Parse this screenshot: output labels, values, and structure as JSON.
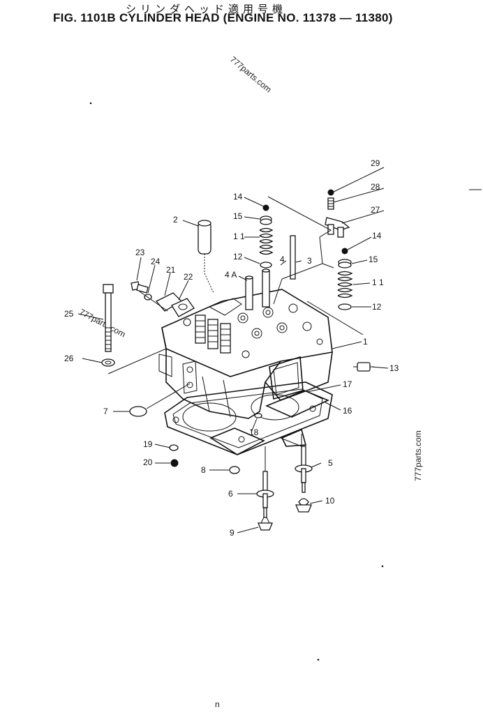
{
  "header": {
    "jp_title": "シリンダヘッド適用号機",
    "title": "FIG. 1101B  CYLINDER HEAD (ENGINE NO. 11378 — 11380)"
  },
  "watermarks": [
    "777parts.com",
    "777parts.com",
    "777parts.com"
  ],
  "footer_mark": "n",
  "callouts": [
    {
      "id": "29",
      "text": "29"
    },
    {
      "id": "28",
      "text": "28"
    },
    {
      "id": "27",
      "text": "27"
    },
    {
      "id": "14a",
      "text": "14"
    },
    {
      "id": "15a",
      "text": "15"
    },
    {
      "id": "11a",
      "text": "1 1"
    },
    {
      "id": "12a",
      "text": "12"
    },
    {
      "id": "4",
      "text": "4"
    },
    {
      "id": "3",
      "text": "3"
    },
    {
      "id": "4a",
      "text": "4 A"
    },
    {
      "id": "2",
      "text": "2"
    },
    {
      "id": "14b",
      "text": "14"
    },
    {
      "id": "15b",
      "text": "15"
    },
    {
      "id": "11b",
      "text": "1 1"
    },
    {
      "id": "12b",
      "text": "12"
    },
    {
      "id": "23",
      "text": "23"
    },
    {
      "id": "24",
      "text": "24"
    },
    {
      "id": "21",
      "text": "21"
    },
    {
      "id": "22",
      "text": "22"
    },
    {
      "id": "25",
      "text": "25"
    },
    {
      "id": "1",
      "text": "1"
    },
    {
      "id": "26",
      "text": "26"
    },
    {
      "id": "13",
      "text": "13"
    },
    {
      "id": "17",
      "text": "17"
    },
    {
      "id": "16",
      "text": "16"
    },
    {
      "id": "7",
      "text": "7"
    },
    {
      "id": "18",
      "text": "18"
    },
    {
      "id": "19",
      "text": "19"
    },
    {
      "id": "5",
      "text": "5"
    },
    {
      "id": "20",
      "text": "20"
    },
    {
      "id": "8",
      "text": "8"
    },
    {
      "id": "6",
      "text": "6"
    },
    {
      "id": "10",
      "text": "10"
    },
    {
      "id": "9",
      "text": "9"
    }
  ]
}
